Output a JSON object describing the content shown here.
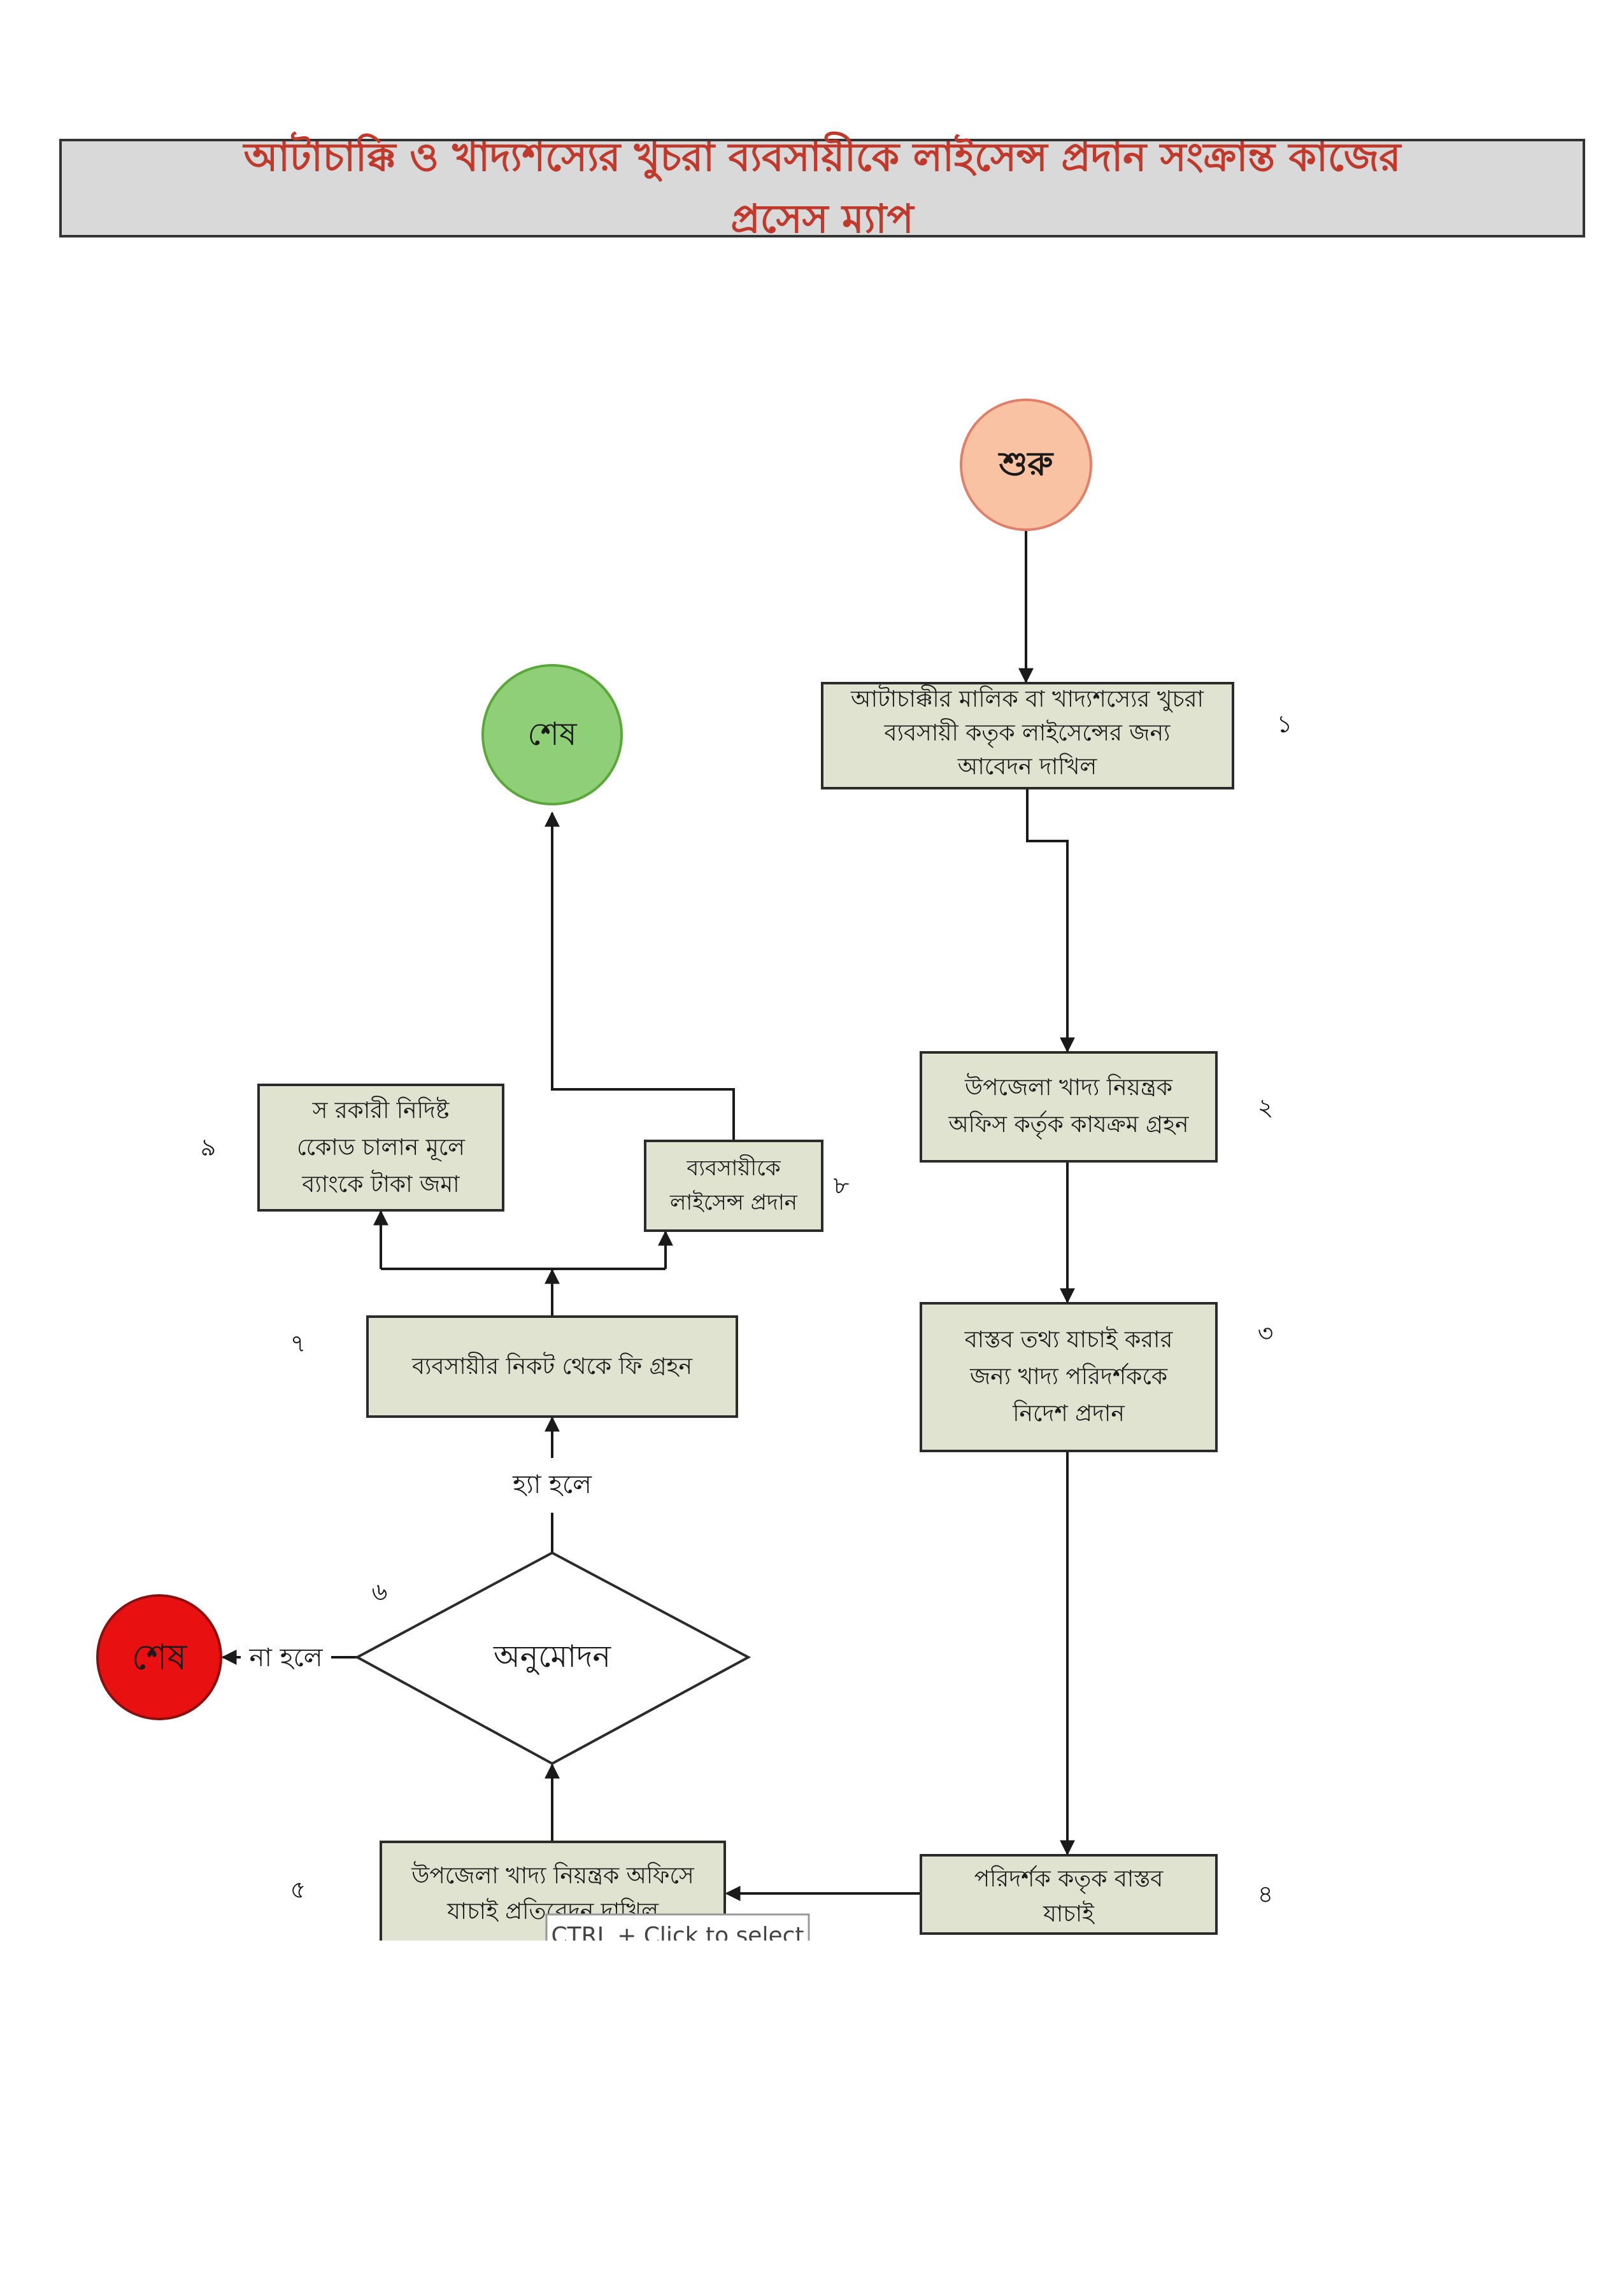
{
  "title": {
    "line1": "আটাচাক্কি ও খাদ্যশস্যের খুচরা ব্যবসায়ীকে লাইসেন্স প্রদান সংক্রান্ত কাজের",
    "line2": "প্রসেস ম্যাপ"
  },
  "start": {
    "label": "শুরু",
    "color": "#f9c3a3"
  },
  "end_success": {
    "label": "শেষ",
    "color": "#8fcf78"
  },
  "end_reject": {
    "label": "শেষ",
    "color": "#e81010"
  },
  "steps": [
    {
      "number": "১",
      "lines": [
        "আটাচাক্কীর মালিক বা খাদ্যশস্যের খুচরা",
        "ব্যবসায়ী কতৃক লাইসেন্সের জন্য",
        "আবেদন দাখিল"
      ]
    },
    {
      "number": "২",
      "lines": [
        "উপজেলা খাদ্য নিয়ন্ত্রক",
        "অফিস কর্তৃক কাযক্রম গ্রহন"
      ]
    },
    {
      "number": "৩",
      "lines": [
        "বাস্তব তথ্য যাচাই করার",
        "জন্য খাদ্য পরিদর্শককে",
        "নিদেশ প্রদান"
      ]
    },
    {
      "number": "৪",
      "lines": [
        "পরিদর্শক কতৃক বাস্তব",
        "যাচাই"
      ]
    },
    {
      "number": "৫",
      "lines": [
        "উপজেলা খাদ্য নিয়ন্ত্রক অফিসে",
        "যাচাই প্রতিবেদন দাখিল"
      ]
    },
    {
      "number": "৬",
      "lines": [
        "অনুমোদন"
      ]
    },
    {
      "number": "৭",
      "lines": [
        "ব্যবসায়ীর নিকট থেকে ফি গ্রহন"
      ]
    },
    {
      "number": "৮",
      "lines": [
        "ব্যবসায়ীকে",
        "লাইসেন্স প্রদান"
      ]
    },
    {
      "number": "৯",
      "lines": [
        "স রকারী নিদিষ্ট",
        "কোেড চালান মূলে",
        "ব্যাংকে টাকা জমা"
      ]
    }
  ],
  "decision": {
    "yes_label": "হ্যা হলে",
    "no_label": "না হলে"
  },
  "tooltip": "CTRL + Click to select"
}
